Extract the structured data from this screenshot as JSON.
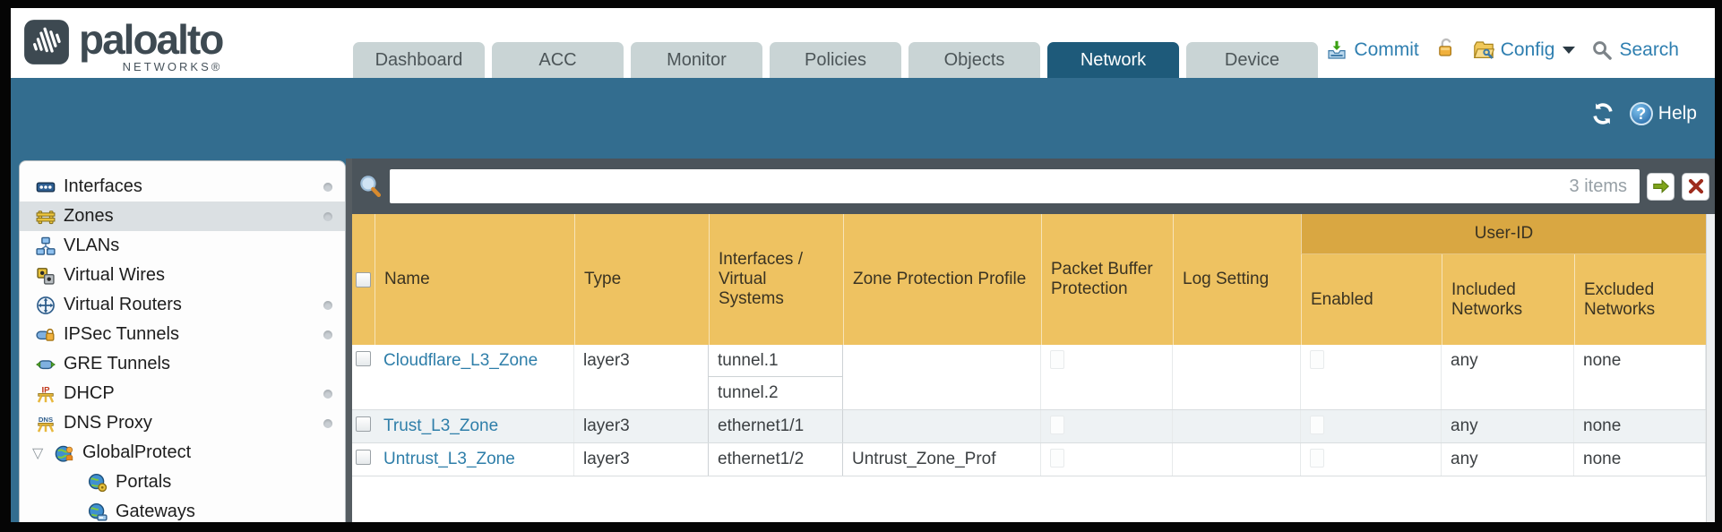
{
  "brand": {
    "name": "paloalto",
    "subtitle": "NETWORKS®"
  },
  "nav": {
    "tabs": [
      {
        "label": "Dashboard",
        "active": false
      },
      {
        "label": "ACC",
        "active": false
      },
      {
        "label": "Monitor",
        "active": false
      },
      {
        "label": "Policies",
        "active": false
      },
      {
        "label": "Objects",
        "active": false
      },
      {
        "label": "Network",
        "active": true
      },
      {
        "label": "Device",
        "active": false
      }
    ],
    "commit_label": "Commit",
    "config_label": "Config",
    "search_label": "Search"
  },
  "teal_toolbar": {
    "help_label": "Help"
  },
  "filter_bar": {
    "input_value": "",
    "items_count": "3 items"
  },
  "sidebar": {
    "items": [
      {
        "label": "Interfaces",
        "icon": "interfaces-icon",
        "dot": true
      },
      {
        "label": "Zones",
        "icon": "zones-icon",
        "dot": true,
        "selected": true
      },
      {
        "label": "VLANs",
        "icon": "vlans-icon"
      },
      {
        "label": "Virtual Wires",
        "icon": "virtual-wires-icon"
      },
      {
        "label": "Virtual Routers",
        "icon": "virtual-routers-icon",
        "dot": true
      },
      {
        "label": "IPSec Tunnels",
        "icon": "ipsec-tunnels-icon",
        "dot": true
      },
      {
        "label": "GRE Tunnels",
        "icon": "gre-tunnels-icon"
      },
      {
        "label": "DHCP",
        "icon": "dhcp-icon",
        "dot": true
      },
      {
        "label": "DNS Proxy",
        "icon": "dns-proxy-icon",
        "dot": true
      },
      {
        "label": "GlobalProtect",
        "icon": "globalprotect-icon",
        "expanded": true
      },
      {
        "label": "Portals",
        "icon": "portals-icon",
        "child": true
      },
      {
        "label": "Gateways",
        "icon": "gateways-icon",
        "child": true
      }
    ]
  },
  "table": {
    "group_header": "User-ID",
    "columns": {
      "name": "Name",
      "type": "Type",
      "interfaces": "Interfaces / Virtual Systems",
      "zone_protection": "Zone Protection Profile",
      "packet_buffer": "Packet Buffer Protection",
      "log_setting": "Log Setting",
      "enabled": "Enabled",
      "included": "Included Networks",
      "excluded": "Excluded Networks"
    },
    "rows": [
      {
        "name": "Cloudflare_L3_Zone",
        "type": "layer3",
        "interfaces": [
          "tunnel.1",
          "tunnel.2"
        ],
        "zone_protection": "",
        "log_setting": "",
        "included": "any",
        "excluded": "none"
      },
      {
        "name": "Trust_L3_Zone",
        "type": "layer3",
        "interfaces": [
          "ethernet1/1"
        ],
        "zone_protection": "",
        "log_setting": "",
        "included": "any",
        "excluded": "none"
      },
      {
        "name": "Untrust_L3_Zone",
        "type": "layer3",
        "interfaces": [
          "ethernet1/2"
        ],
        "zone_protection": "Untrust_Zone_Prof",
        "log_setting": "",
        "included": "any",
        "excluded": "none"
      }
    ]
  },
  "colors": {
    "teal_band": "#336d8f",
    "active_tab": "#1e5a7a",
    "header_orange": "#eec261",
    "group_orange": "#d9a742",
    "link_blue": "#2e7ea9",
    "filter_row": "#4b545b"
  }
}
